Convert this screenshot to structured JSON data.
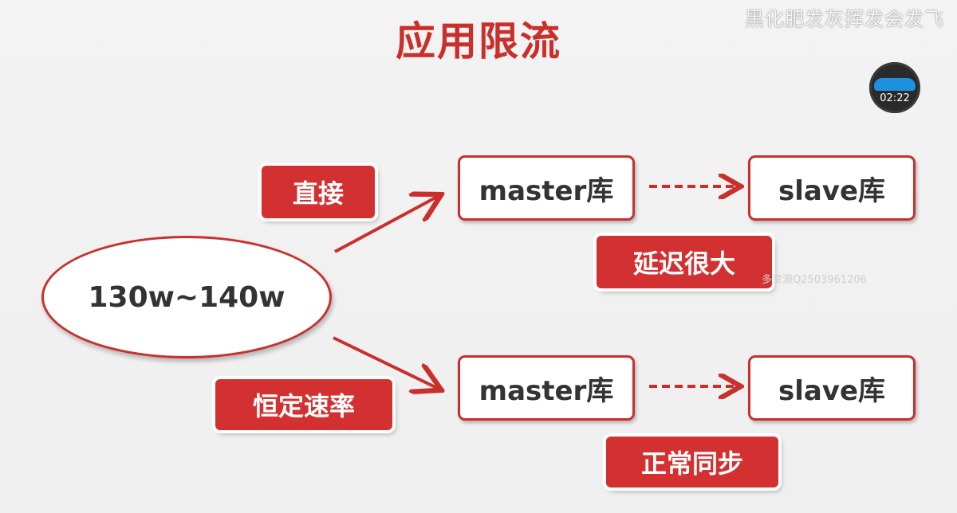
{
  "title": "应用限流",
  "watermark": "黑化肥发灰挥发会发飞",
  "video_time": "02:22",
  "resource_watermark": "多资源Q2503961206",
  "source_node": "130w~140w",
  "branches": [
    {
      "method_label": "直接",
      "master": "master库",
      "slave": "slave库",
      "result_label": "延迟很大"
    },
    {
      "method_label": "恒定速率",
      "master": "master库",
      "slave": "slave库",
      "result_label": "正常同步"
    }
  ],
  "colors": {
    "accent": "#c9302c",
    "tag": "#d33131",
    "badge_wave": "#1f8fe0"
  }
}
